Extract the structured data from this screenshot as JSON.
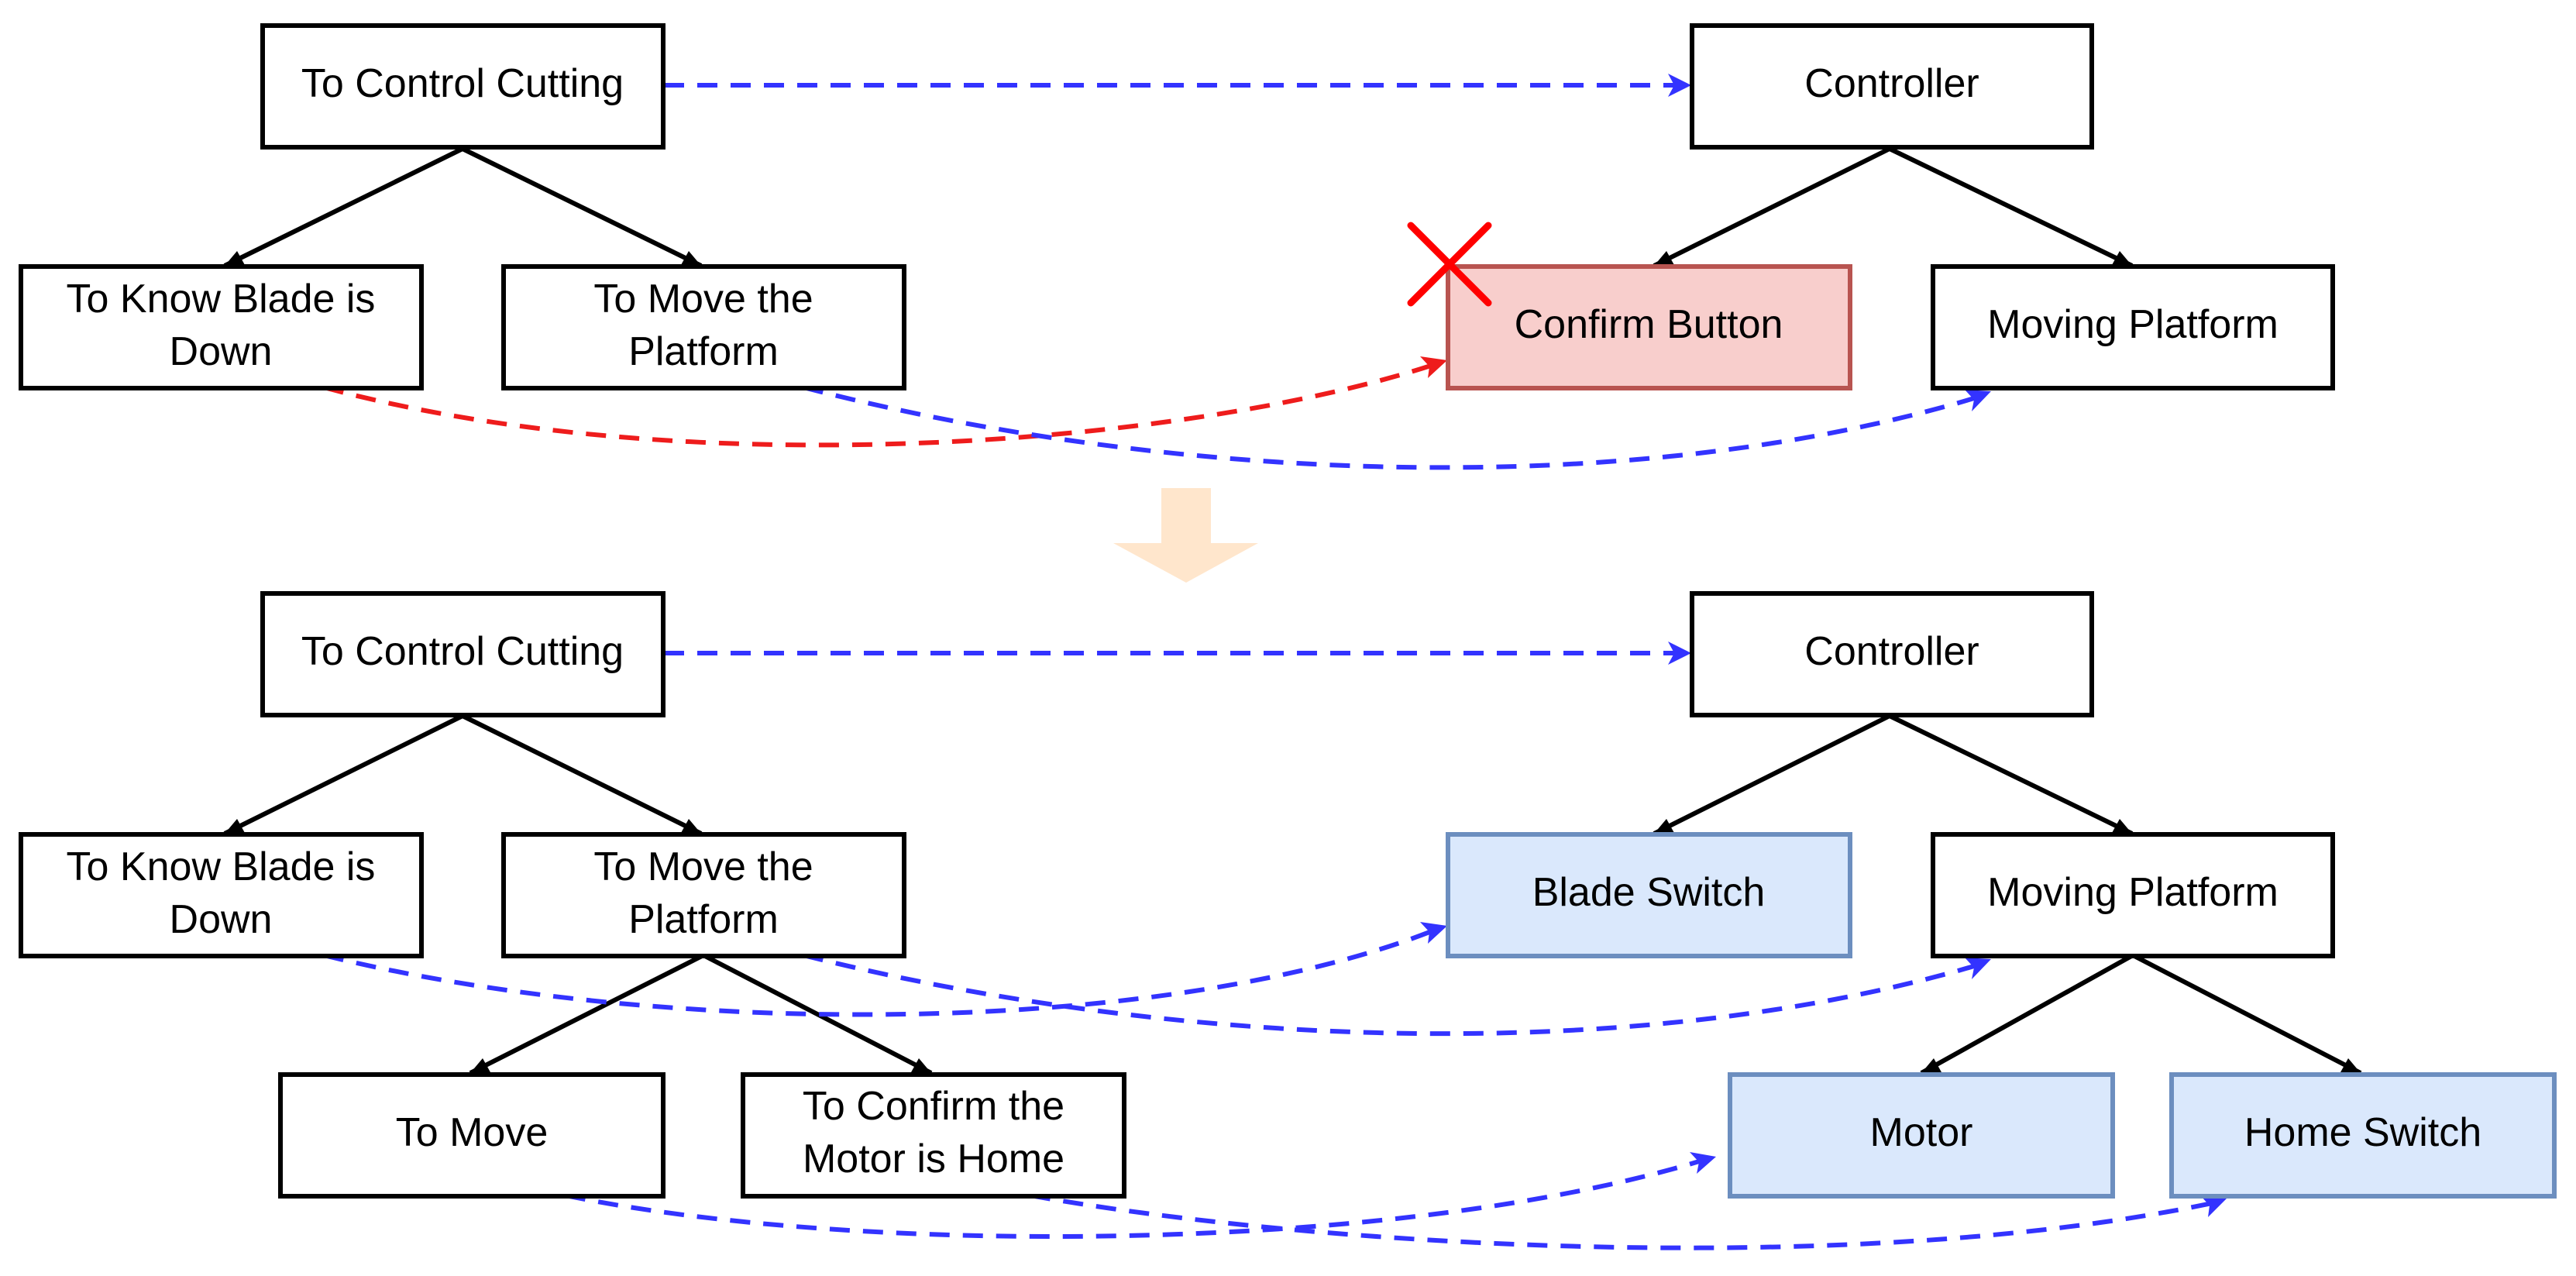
{
  "colors": {
    "stroke": "#000000",
    "link_blue": "#3333ff",
    "link_red": "#ee1c1c",
    "removed_fill": "#f8cecc",
    "removed_stroke": "#b85450",
    "new_fill": "#dae8fc",
    "new_stroke": "#6c8ebf",
    "transition_arrow": "#ffe6cc",
    "cross": "#ff0000"
  },
  "before": {
    "functions": {
      "root": {
        "lines": [
          "To Control Cutting"
        ]
      },
      "blade": {
        "lines": [
          "To Know Blade is",
          "Down"
        ]
      },
      "move_platform": {
        "lines": [
          "To Move the",
          "Platform"
        ]
      }
    },
    "components": {
      "root": {
        "lines": [
          "Controller"
        ]
      },
      "confirm": {
        "lines": [
          "Confirm Button"
        ],
        "status": "removed",
        "icon": "cross-icon"
      },
      "platform": {
        "lines": [
          "Moving Platform"
        ]
      }
    }
  },
  "after": {
    "functions": {
      "root": {
        "lines": [
          "To Control Cutting"
        ]
      },
      "blade": {
        "lines": [
          "To Know Blade is",
          "Down"
        ]
      },
      "move_platform": {
        "lines": [
          "To Move the",
          "Platform"
        ]
      },
      "move": {
        "lines": [
          "To Move"
        ]
      },
      "confirm_home": {
        "lines": [
          "To Confirm the",
          "Motor is Home"
        ]
      }
    },
    "components": {
      "root": {
        "lines": [
          "Controller"
        ]
      },
      "blade_switch": {
        "lines": [
          "Blade Switch"
        ],
        "status": "new"
      },
      "platform": {
        "lines": [
          "Moving Platform"
        ]
      },
      "motor": {
        "lines": [
          "Motor"
        ],
        "status": "new"
      },
      "home_switch": {
        "lines": [
          "Home Switch"
        ],
        "status": "new"
      }
    }
  }
}
